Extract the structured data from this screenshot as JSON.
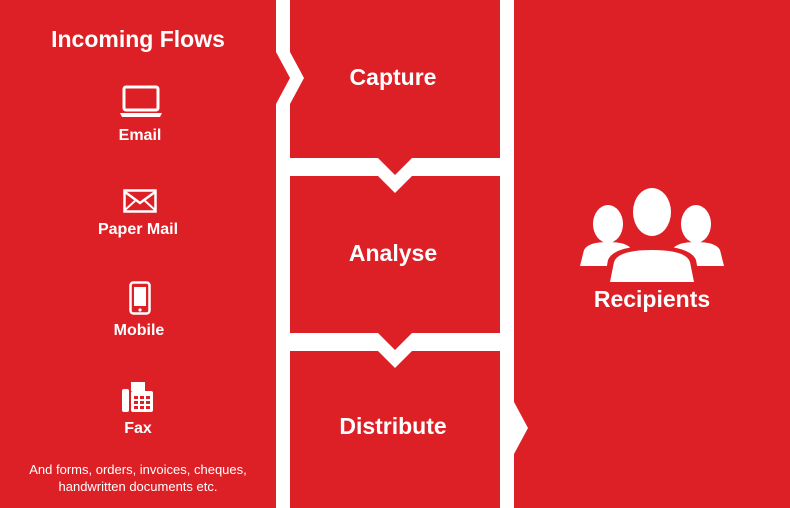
{
  "colors": {
    "red": "#dd1f26",
    "white": "#ffffff"
  },
  "incoming": {
    "title": "Incoming Flows",
    "items": [
      {
        "label": "Email",
        "icon": "laptop-icon"
      },
      {
        "label": "Paper Mail",
        "icon": "envelope-icon"
      },
      {
        "label": "Mobile",
        "icon": "mobile-phone-icon"
      },
      {
        "label": "Fax",
        "icon": "fax-icon"
      }
    ],
    "footnote_line1": "And forms, orders, invoices, cheques,",
    "footnote_line2": "handwritten documents etc."
  },
  "process": {
    "steps": [
      {
        "label": "Capture"
      },
      {
        "label": "Analyse"
      },
      {
        "label": "Distribute"
      }
    ]
  },
  "recipients": {
    "label": "Recipients",
    "icon": "people-group-icon"
  }
}
